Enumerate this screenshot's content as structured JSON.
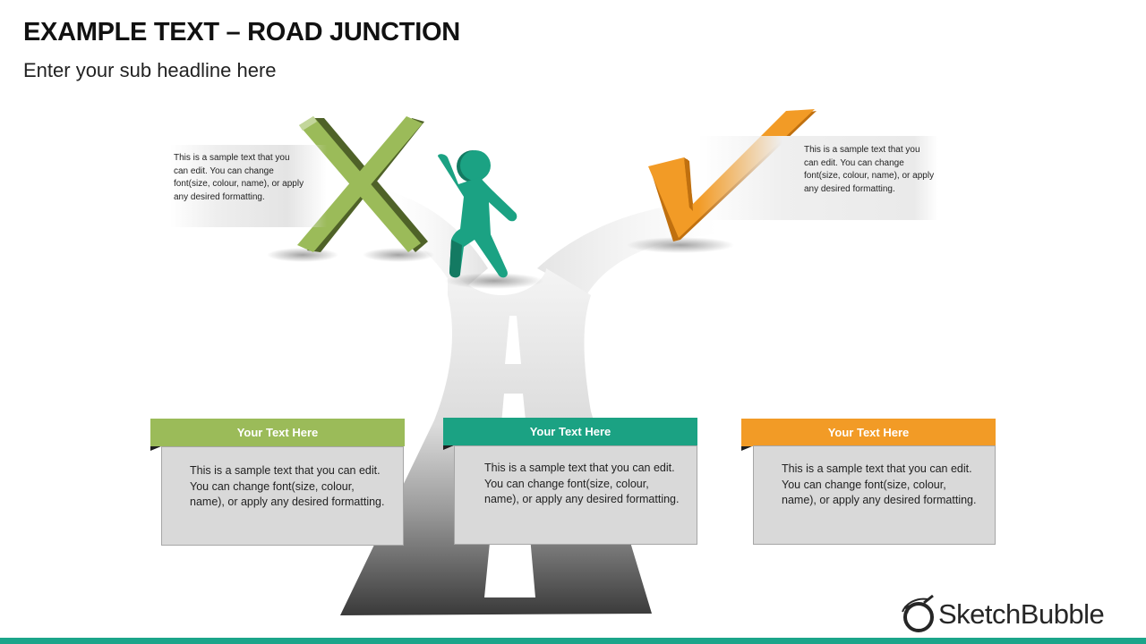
{
  "slide": {
    "title": "EXAMPLE TEXT – ROAD JUNCTION",
    "subtitle": "Enter your sub headline here"
  },
  "callouts": {
    "left": "This is a sample text that you can edit. You can change font(size, colour, name), or apply any desired formatting.",
    "right": "This is a sample text that you can edit. You can change font(size, colour, name), or apply any desired formatting."
  },
  "cards": [
    {
      "header": "Your Text Here",
      "body": "This is a sample text that you can edit. You can change font(size, colour, name), or apply any desired formatting.",
      "color": "#9bbb59"
    },
    {
      "header": "Your Text Here",
      "body": "This is a sample text that you can edit. You can change font(size, colour, name), or apply any desired formatting.",
      "color": "#1ba283"
    },
    {
      "header": "Your Text Here",
      "body": "This is a sample text that you can edit. You can change font(size, colour, name), or apply any desired formatting.",
      "color": "#f29b26"
    }
  ],
  "icons": {
    "reject": "x-mark-icon",
    "approve": "check-mark-icon",
    "person": "walking-person-icon",
    "road": "road-junction",
    "brand": "sketchbubble-logo-icon"
  },
  "colors": {
    "green": "#9bbb59",
    "teal": "#1ba283",
    "orange": "#f29b26",
    "accent_bar": "#1ba58a"
  },
  "brand": {
    "name": "SketchBubble"
  }
}
